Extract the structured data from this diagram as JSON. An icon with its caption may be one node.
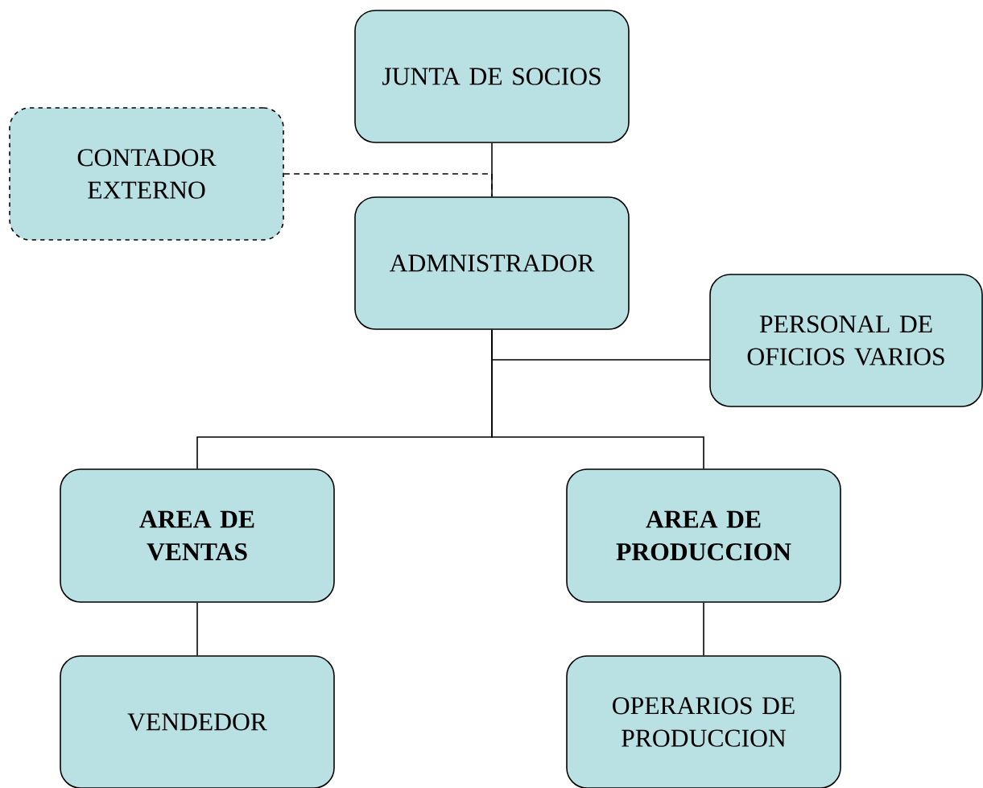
{
  "diagram": {
    "nodes": [
      {
        "text": [
          "JUNTA DE SOCIOS"
        ]
      },
      {
        "text": [
          "CONTADOR EXTERNO"
        ]
      },
      {
        "text": [
          "ADMNISTRADOR"
        ]
      },
      {
        "text": [
          "PERSONAL DE OFICIOS VARIOS"
        ]
      },
      {
        "text": [
          "AREA DE VENTAS"
        ]
      },
      {
        "text": [
          "AREA DE PRODUCCION"
        ]
      },
      {
        "text": [
          "VENDEDOR"
        ]
      },
      {
        "text": [
          "OPERARIOS DE PRODUCCION"
        ]
      }
    ],
    "edges": [
      {
        "from": 0,
        "to": 2,
        "arrow": "none"
      },
      {
        "from": 1,
        "to": 2,
        "arrow": "none",
        "style": "dashed"
      },
      {
        "from": 2,
        "to": 3,
        "arrow": "none"
      },
      {
        "from": 2,
        "to": 4,
        "arrow": "none"
      },
      {
        "from": 2,
        "to": 5,
        "arrow": "none"
      },
      {
        "from": 4,
        "to": 6,
        "arrow": "none"
      },
      {
        "from": 5,
        "to": 7,
        "arrow": "none"
      }
    ]
  }
}
